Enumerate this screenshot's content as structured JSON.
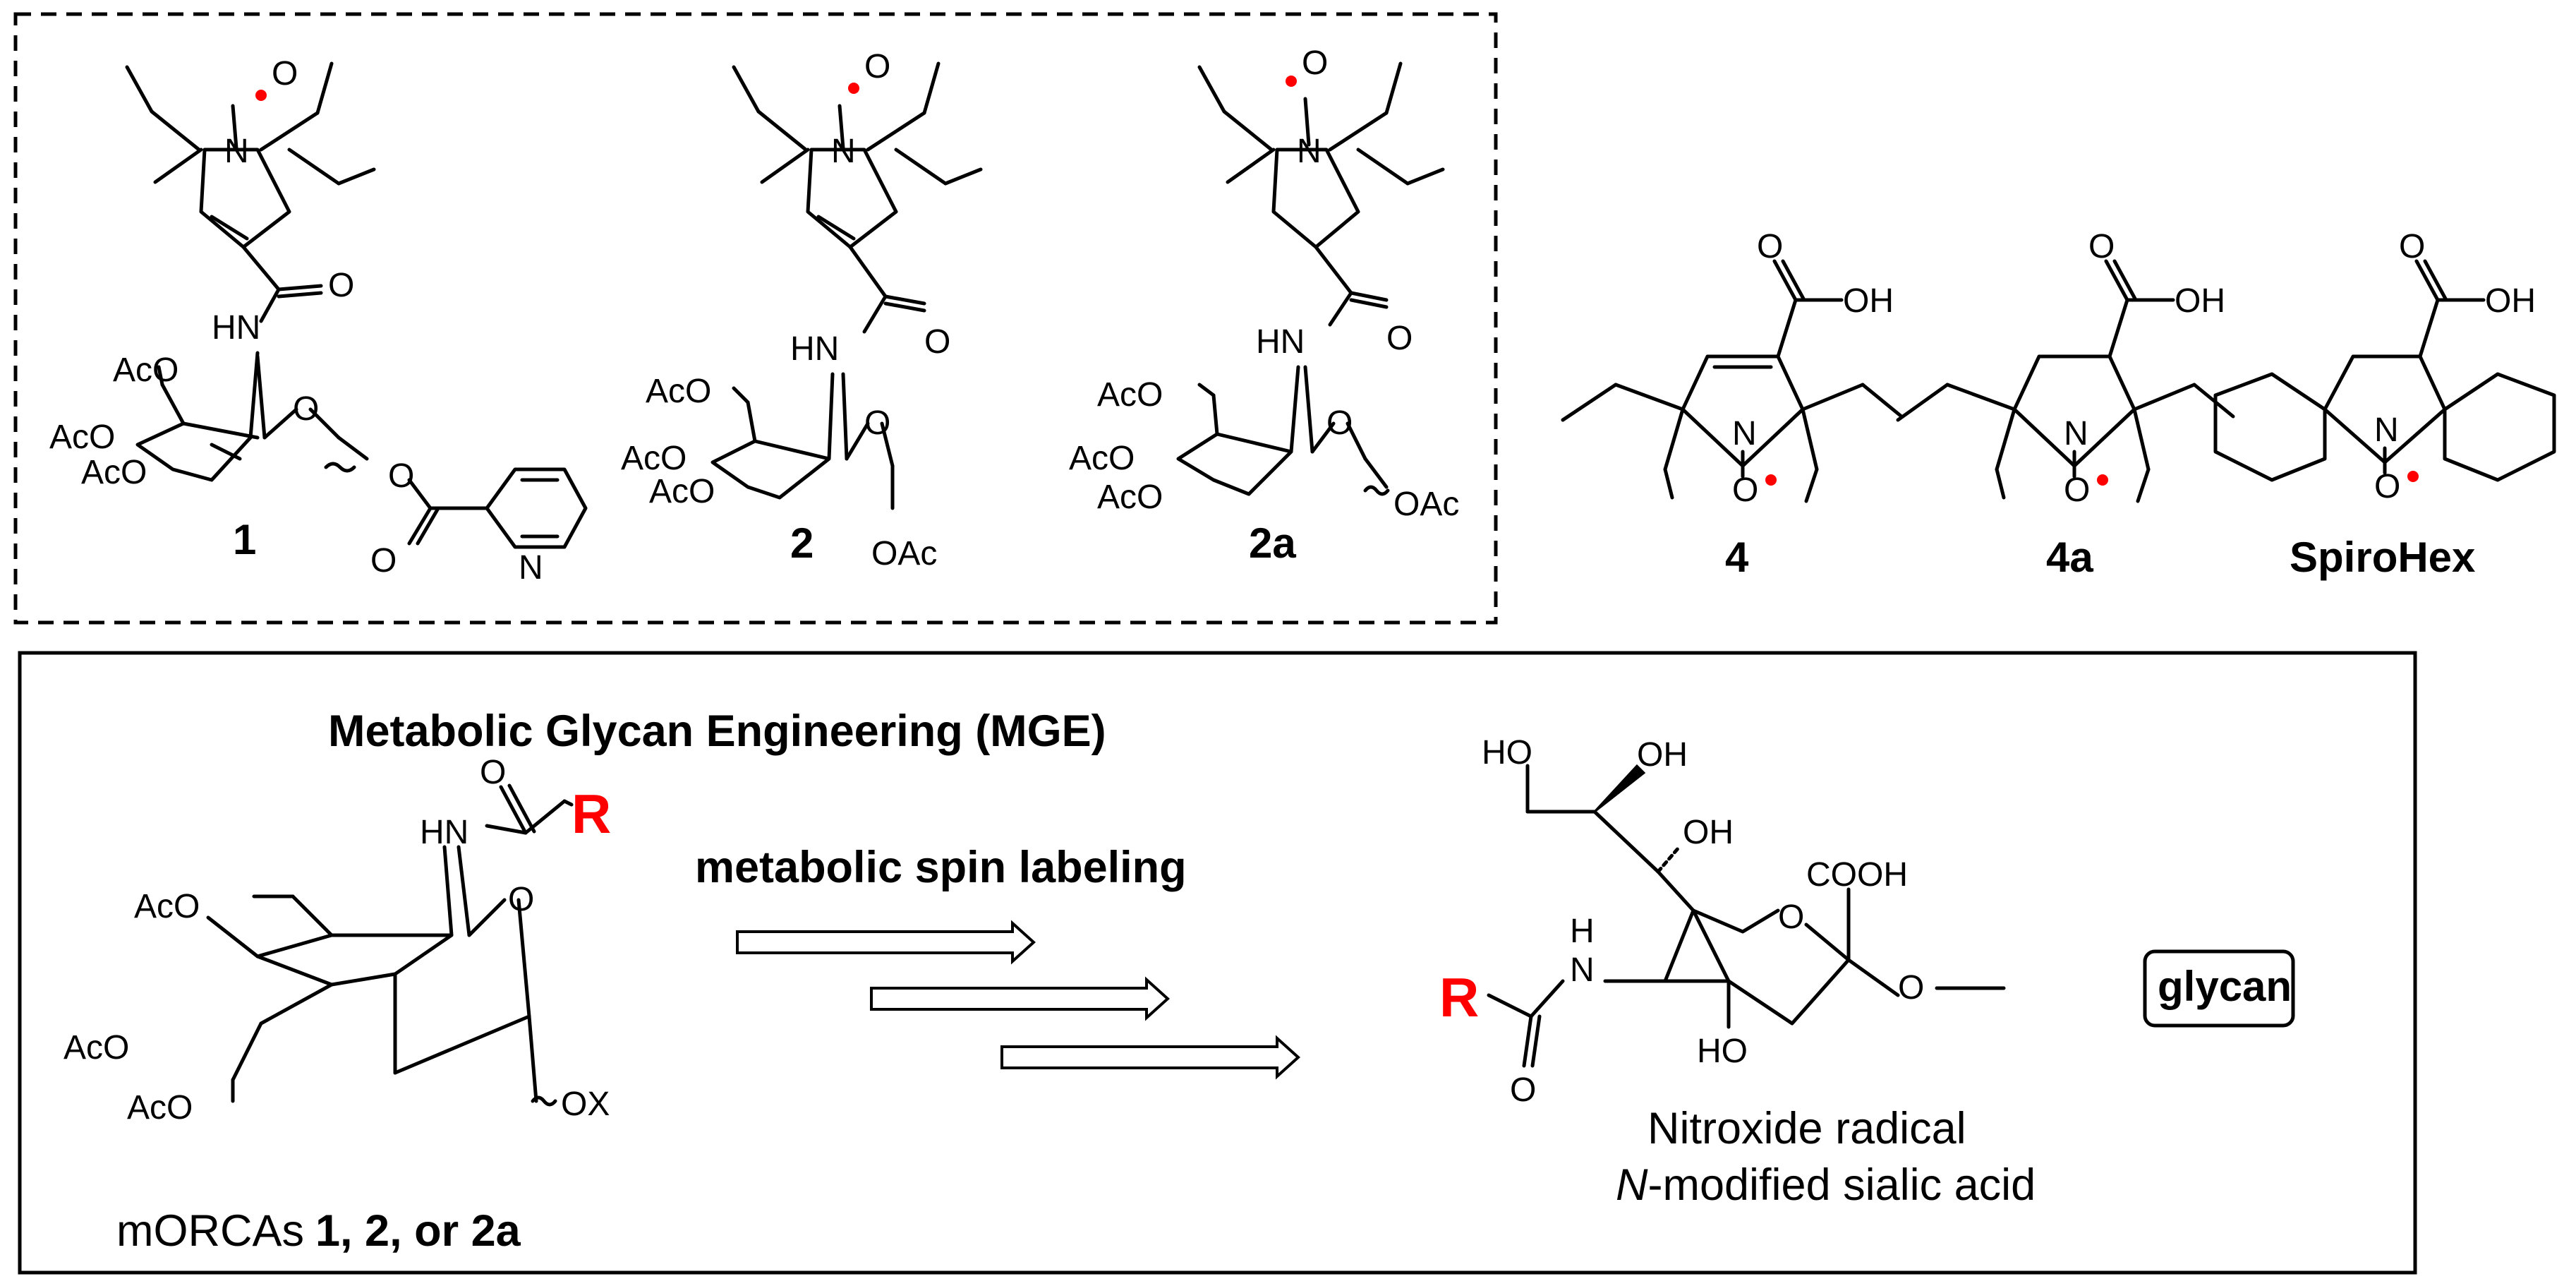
{
  "colors": {
    "ink": "#000000",
    "radical": "#ff0000",
    "background": "#ffffff"
  },
  "top_panel": {
    "compounds": [
      {
        "label": "1",
        "atoms": {
          "n": "N",
          "o_radical": "O",
          "amide_nh": "HN",
          "amide_o": "O",
          "aco6": "AcO",
          "aco4": "AcO",
          "aco3": "AcO",
          "ring_o": "O",
          "ester_o": "O",
          "carbonyl_o": "O",
          "pyridine_n": "N"
        }
      },
      {
        "label": "2",
        "atoms": {
          "n": "N",
          "o_radical": "O",
          "amide_nh": "HN",
          "amide_o": "O",
          "aco6": "AcO",
          "aco4": "AcO",
          "aco3": "AcO",
          "ring_o": "O",
          "anomeric": "OAc"
        }
      },
      {
        "label": "2a",
        "atoms": {
          "n": "N",
          "o_radical": "O",
          "amide_nh": "HN",
          "amide_o": "O",
          "aco6": "AcO",
          "aco4": "AcO",
          "aco3": "AcO",
          "ring_o": "O",
          "anomeric": "OAc"
        }
      },
      {
        "label": "4",
        "atoms": {
          "acid_o": "O",
          "acid_oh": "OH",
          "n": "N",
          "o_radical": "O"
        }
      },
      {
        "label": "4a",
        "atoms": {
          "acid_o": "O",
          "acid_oh": "OH",
          "n": "N",
          "o_radical": "O"
        }
      },
      {
        "label": "SpiroHex",
        "atoms": {
          "acid_o": "O",
          "acid_oh": "OH",
          "n": "N",
          "o_radical": "O"
        }
      }
    ]
  },
  "bottom_panel": {
    "title": "Metabolic Glycan Engineering (MGE)",
    "process_label": "metabolic spin labeling",
    "precursor": {
      "caption_prefix": "mORCAs",
      "caption_compounds": "1, 2, or 2a",
      "atoms": {
        "aco6": "AcO",
        "aco4": "AcO",
        "aco3": "AcO",
        "nh": "HN",
        "amide_o": "O",
        "r_group": "R",
        "ring_o": "O",
        "anomeric": "OX"
      }
    },
    "product": {
      "caption_line1": "Nitroxide radical",
      "caption_line2_italic": "N",
      "caption_line2_rest": "-modified sialic acid",
      "atoms": {
        "ho9": "HO",
        "oh8": "OH",
        "oh7": "OH",
        "acid": "COOH",
        "ring_o": "O",
        "glyco_o": "O",
        "ho4": "HO",
        "nh": "N",
        "h": "H",
        "r_group": "R",
        "amide_o": "O"
      },
      "glycan_label": "glycan"
    }
  }
}
